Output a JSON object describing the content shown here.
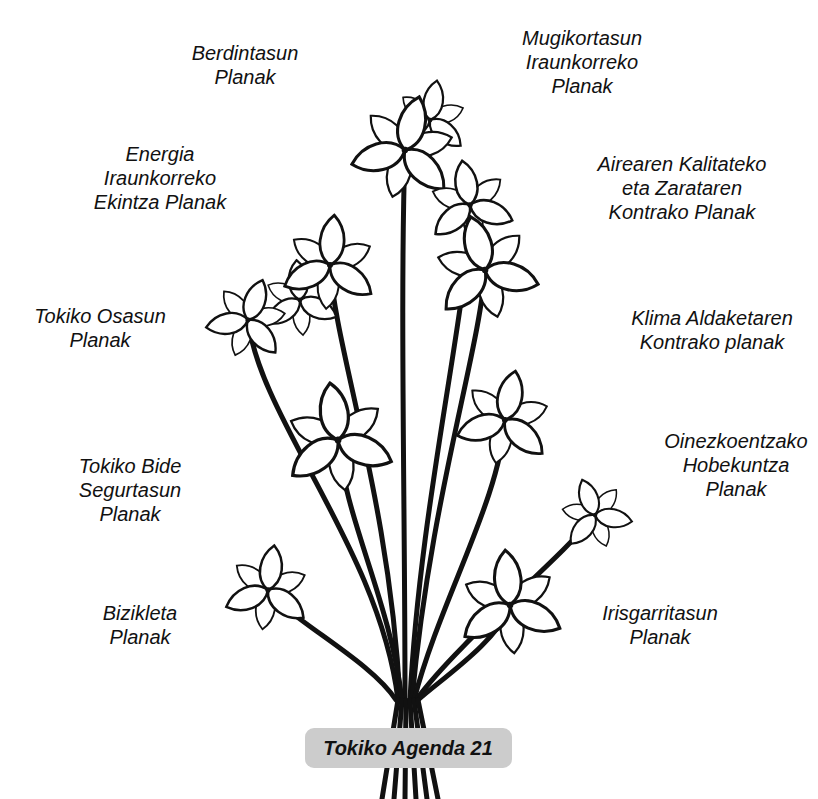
{
  "diagram": {
    "nodes": [
      {
        "text": [
          "Berdintasun Planak"
        ]
      },
      {
        "text": [
          "Mugikortasun Iraunkorreko Planak"
        ]
      },
      {
        "text": [
          "Energia Iraunkorreko Ekintza Planak"
        ]
      },
      {
        "text": [
          "Airearen Kalitateko eta Zarataren Kontrako Planak"
        ]
      },
      {
        "text": [
          "Tokiko Osasun Planak"
        ]
      },
      {
        "text": [
          "Klima Aldaketaren Kontrako planak"
        ]
      },
      {
        "text": [
          "Tokiko Bide Segurtasun Planak"
        ]
      },
      {
        "text": [
          "Oinezkoentzako Hobekuntza Planak"
        ]
      },
      {
        "text": [
          "Bizikleta Planak"
        ]
      },
      {
        "text": [
          "Irisgarritasun Planak"
        ]
      },
      {
        "text": [
          "Tokiko Agenda 21"
        ]
      }
    ]
  }
}
